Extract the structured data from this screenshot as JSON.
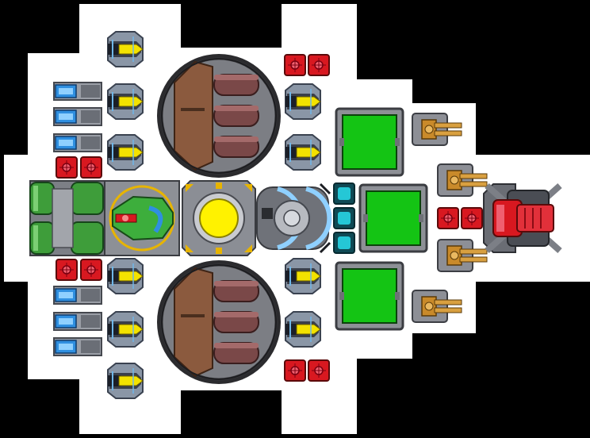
{
  "ship": {
    "hull_color": "#ffffff",
    "background_color": "#000000",
    "modules": [
      {
        "name": "cockpit",
        "icon": "cockpit-icon",
        "interactable": true
      },
      {
        "name": "reactor-core",
        "icon": "reactor-icon",
        "interactable": true
      },
      {
        "name": "shield-generator",
        "icon": "shield-generator-icon",
        "interactable": true
      },
      {
        "name": "fuel-tank",
        "icon": "fuel-tank-icon",
        "interactable": true
      },
      {
        "name": "hangar-bay-top",
        "icon": "hangar-icon",
        "interactable": true
      },
      {
        "name": "hangar-bay-bottom",
        "icon": "hangar-icon",
        "interactable": true
      },
      {
        "name": "cargo-container",
        "icon": "cargo-icon",
        "interactable": true
      },
      {
        "name": "main-cannon",
        "icon": "cannon-icon",
        "interactable": true
      },
      {
        "name": "missile-launcher",
        "icon": "missile-icon",
        "interactable": true
      },
      {
        "name": "turret",
        "icon": "turret-icon",
        "interactable": true
      },
      {
        "name": "thruster",
        "icon": "thruster-icon",
        "interactable": true
      },
      {
        "name": "ammo-crate",
        "icon": "ammo-crate-icon",
        "interactable": true
      },
      {
        "name": "energy-cell",
        "icon": "energy-cell-icon",
        "interactable": true
      }
    ],
    "colors": {
      "cargo_green": "#14c414",
      "reactor_yellow": "#fff200",
      "missile_yellow": "#f3e200",
      "cannon_red": "#d81820",
      "energy_cyan": "#25c7d6",
      "turret_gold": "#c98a2a",
      "cockpit_green": "#3dae3c",
      "fuel_green": "#3e9d3a",
      "hangar_brown": "#8b5a3e",
      "thruster_blue": "#2f8fe0"
    }
  }
}
